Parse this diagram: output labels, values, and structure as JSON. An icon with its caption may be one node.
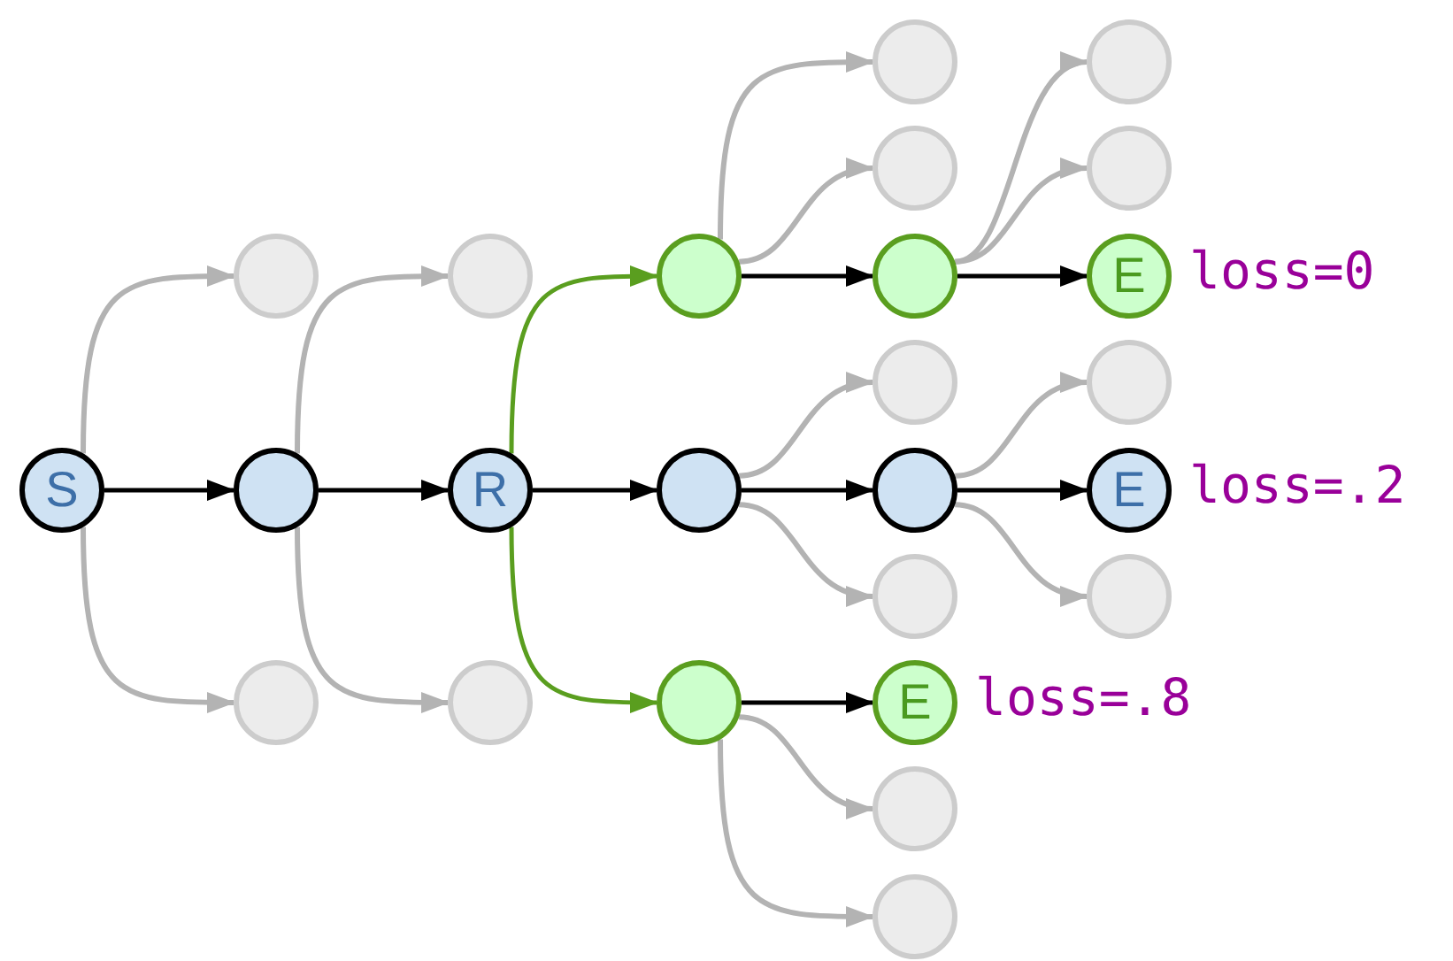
{
  "diagram": {
    "nodes": [
      {
        "text": [
          "S"
        ]
      },
      {
        "text": [],
        "shape": "circle"
      },
      {
        "text": [],
        "shape": "circle"
      },
      {
        "text": [],
        "shape": "circle"
      },
      {
        "text": [],
        "shape": "circle"
      },
      {
        "text": [
          "R"
        ]
      },
      {
        "text": [],
        "shape": "circle"
      },
      {
        "text": [],
        "shape": "circle"
      },
      {
        "text": [],
        "shape": "circle"
      },
      {
        "text": [],
        "shape": "circle"
      },
      {
        "text": [],
        "shape": "circle"
      },
      {
        "text": [],
        "shape": "circle"
      },
      {
        "text": [],
        "shape": "circle"
      },
      {
        "text": [],
        "shape": "circle"
      },
      {
        "text": [],
        "shape": "circle"
      },
      {
        "text": [],
        "shape": "circle"
      },
      {
        "text": [
          "E"
        ],
        "beside": [
          "loss=.8"
        ]
      },
      {
        "text": [],
        "shape": "circle"
      },
      {
        "text": [],
        "shape": "circle"
      },
      {
        "text": [],
        "shape": "circle"
      },
      {
        "text": [],
        "shape": "circle"
      },
      {
        "text": [
          "E"
        ],
        "beside": [
          "loss=0"
        ]
      },
      {
        "text": [],
        "shape": "circle"
      },
      {
        "text": [
          "E"
        ],
        "beside": [
          "loss=.2"
        ]
      },
      {
        "text": [],
        "shape": "circle"
      }
    ],
    "edges": [
      {
        "from": 0,
        "to": 2,
        "arrow": "to",
        "color": "#000000"
      },
      {
        "from": 0,
        "to": 1,
        "arrow": "to"
      },
      {
        "from": 0,
        "to": 3,
        "arrow": "to"
      },
      {
        "from": 2,
        "to": 5,
        "arrow": "to",
        "color": "#000000"
      },
      {
        "from": 2,
        "to": 4,
        "arrow": "to"
      },
      {
        "from": 2,
        "to": 6,
        "arrow": "to"
      },
      {
        "from": 5,
        "to": 8,
        "arrow": "to",
        "color": "#000000"
      },
      {
        "from": 5,
        "to": 7,
        "arrow": "to",
        "color": "#5a9e1f"
      },
      {
        "from": 5,
        "to": 9,
        "arrow": "to",
        "color": "#5a9e1f"
      },
      {
        "from": 7,
        "to": 12,
        "arrow": "to",
        "color": "#000000"
      },
      {
        "from": 7,
        "to": 10,
        "arrow": "to"
      },
      {
        "from": 7,
        "to": 11,
        "arrow": "to"
      },
      {
        "from": 8,
        "to": 14,
        "arrow": "to",
        "color": "#000000"
      },
      {
        "from": 8,
        "to": 13,
        "arrow": "to"
      },
      {
        "from": 8,
        "to": 15,
        "arrow": "to"
      },
      {
        "from": 9,
        "to": 16,
        "arrow": "to",
        "color": "#000000"
      },
      {
        "from": 9,
        "to": 17,
        "arrow": "to"
      },
      {
        "from": 9,
        "to": 18,
        "arrow": "to"
      },
      {
        "from": 12,
        "to": 21,
        "arrow": "to",
        "color": "#000000"
      },
      {
        "from": 12,
        "to": 19,
        "arrow": "to"
      },
      {
        "from": 12,
        "to": 20,
        "arrow": "to"
      },
      {
        "from": 14,
        "to": 23,
        "arrow": "to",
        "color": "#000000"
      },
      {
        "from": 14,
        "to": 22,
        "arrow": "to"
      },
      {
        "from": 14,
        "to": 24,
        "arrow": "to"
      }
    ]
  }
}
